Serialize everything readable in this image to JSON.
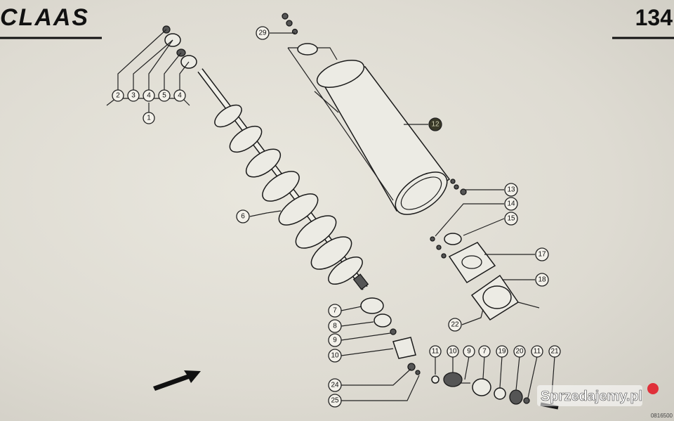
{
  "header": {
    "brand": "CLAAS",
    "page_number": "134"
  },
  "callouts": [
    {
      "id": "c29",
      "label": "29"
    },
    {
      "id": "c2",
      "label": "2"
    },
    {
      "id": "c3",
      "label": "3"
    },
    {
      "id": "c4a",
      "label": "4"
    },
    {
      "id": "c5",
      "label": "5"
    },
    {
      "id": "c4b",
      "label": "4"
    },
    {
      "id": "c1",
      "label": "1"
    },
    {
      "id": "c6",
      "label": "6"
    },
    {
      "id": "c12",
      "label": "12"
    },
    {
      "id": "c13",
      "label": "13"
    },
    {
      "id": "c14",
      "label": "14"
    },
    {
      "id": "c15",
      "label": "15"
    },
    {
      "id": "c17",
      "label": "17"
    },
    {
      "id": "c18",
      "label": "18"
    },
    {
      "id": "c22",
      "label": "22"
    },
    {
      "id": "c7",
      "label": "7"
    },
    {
      "id": "c8",
      "label": "8"
    },
    {
      "id": "c9",
      "label": "9"
    },
    {
      "id": "c10",
      "label": "10"
    },
    {
      "id": "c24",
      "label": "24"
    },
    {
      "id": "c25",
      "label": "25"
    },
    {
      "id": "c11a",
      "label": "11"
    },
    {
      "id": "c10b",
      "label": "10"
    },
    {
      "id": "c9b",
      "label": "9"
    },
    {
      "id": "c7b",
      "label": "7"
    },
    {
      "id": "c19",
      "label": "19"
    },
    {
      "id": "c20",
      "label": "20"
    },
    {
      "id": "c11b",
      "label": "11"
    },
    {
      "id": "c21",
      "label": "21"
    }
  ],
  "drawing_code": "0816500",
  "watermark": "Sprzedajemy.pl"
}
